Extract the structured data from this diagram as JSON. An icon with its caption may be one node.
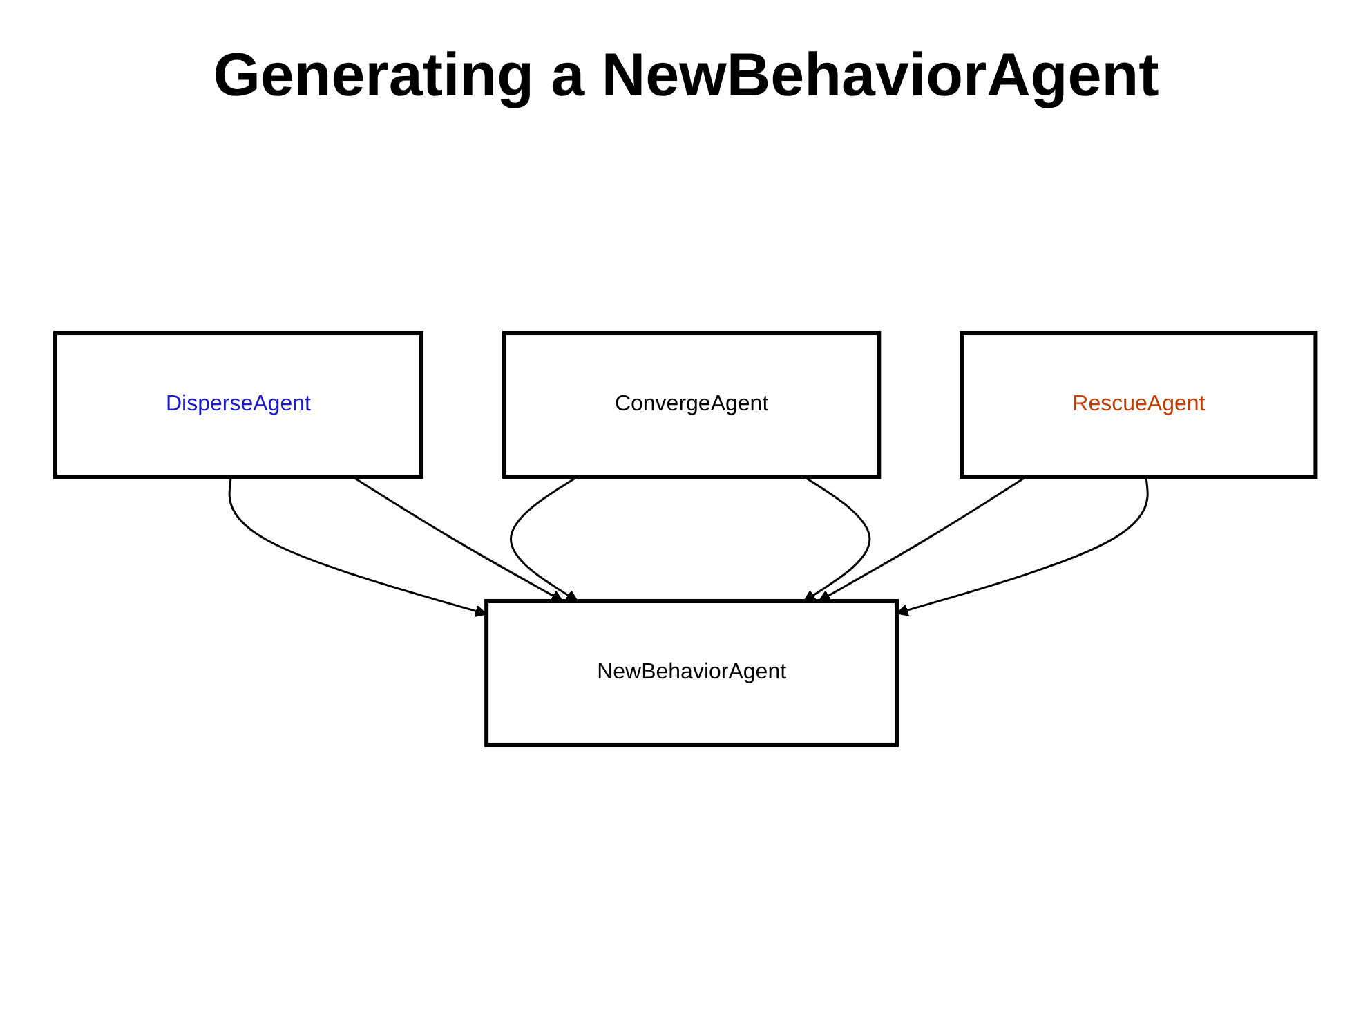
{
  "diagram": {
    "title": "Generating a NewBehaviorAgent",
    "nodes": [
      {
        "text": [
          "DisperseAgent"
        ]
      },
      {
        "text": [
          "ConvergeAgent"
        ]
      },
      {
        "text": [
          "RescueAgent"
        ]
      },
      {
        "text": [
          "NewBehaviorAgent"
        ]
      }
    ],
    "edges": [
      {
        "from": 0,
        "to": 3,
        "arrow": "to"
      },
      {
        "from": 0,
        "to": 3,
        "arrow": "to"
      },
      {
        "from": 1,
        "to": 3,
        "arrow": "to"
      },
      {
        "from": 1,
        "to": 3,
        "arrow": "to"
      },
      {
        "from": 2,
        "to": 3,
        "arrow": "to"
      },
      {
        "from": 2,
        "to": 3,
        "arrow": "to"
      }
    ]
  }
}
